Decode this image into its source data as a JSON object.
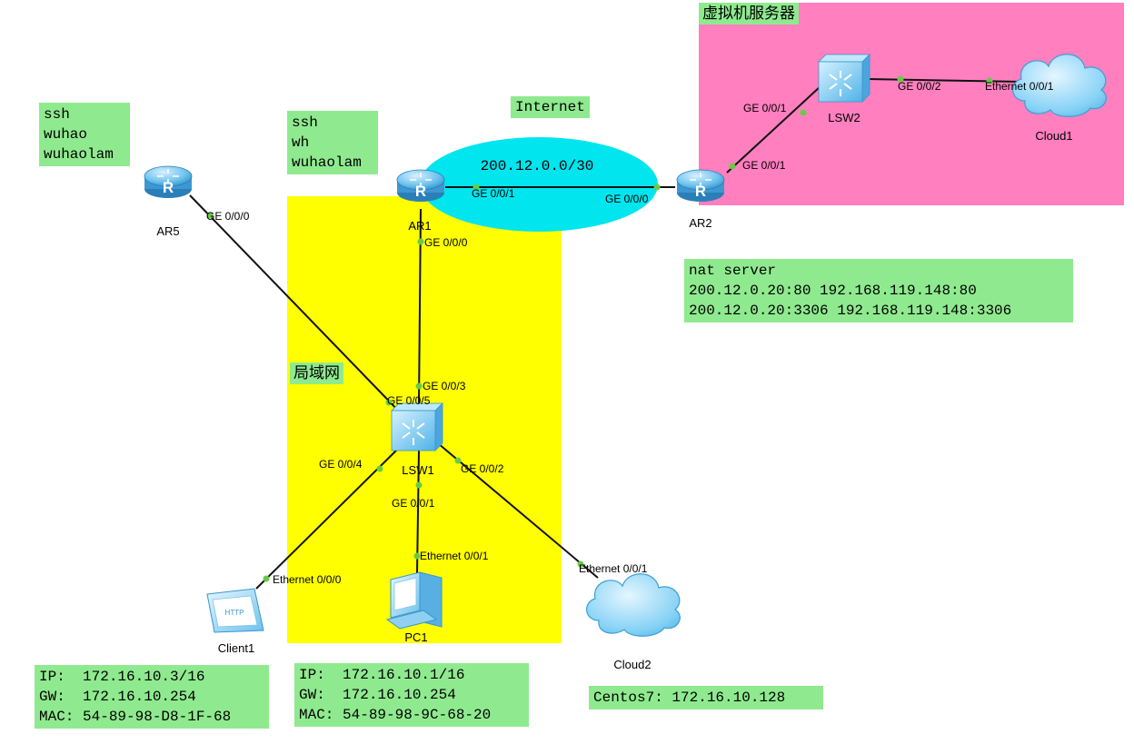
{
  "zones": {
    "vm_server": {
      "title": "虚拟机服务器",
      "color": "#ff7fbf"
    },
    "lan": {
      "title": "局域网",
      "color": "#ffff00"
    },
    "internet": {
      "title": "Internet",
      "subnet": "200.12.0.0/30",
      "color": "#00e5ee"
    }
  },
  "devices": {
    "ar5": {
      "name": "AR5"
    },
    "ar1": {
      "name": "AR1"
    },
    "ar2": {
      "name": "AR2"
    },
    "lsw1": {
      "name": "LSW1"
    },
    "lsw2": {
      "name": "LSW2"
    },
    "cloud1": {
      "name": "Cloud1"
    },
    "cloud2": {
      "name": "Cloud2"
    },
    "client1": {
      "name": "Client1"
    },
    "pc1": {
      "name": "PC1"
    }
  },
  "ports": {
    "ar5_ge000": "GE 0/0/0",
    "ar1_ge001": "GE 0/0/1",
    "ar1_ge000": "GE 0/0/0",
    "ar2_ge000": "GE 0/0/0",
    "ar2_ge001": "GE 0/0/1",
    "lsw2_ge001": "GE 0/0/1",
    "lsw2_ge002": "GE 0/0/2",
    "cloud1_eth": "Ethernet 0/0/1",
    "lsw1_ge003": "GE 0/0/3",
    "lsw1_ge005": "GE 0/0/5",
    "lsw1_ge004": "GE 0/0/4",
    "lsw1_ge002": "GE 0/0/2",
    "lsw1_ge001": "GE 0/0/1",
    "pc1_eth": "Ethernet 0/0/1",
    "client1_eth": "Ethernet 0/0/0",
    "cloud2_eth": "Ethernet 0/0/1"
  },
  "client_icon_text": "HTTP",
  "notes": {
    "ar5_ssh": [
      "ssh",
      "wuhao",
      "wuhaolam"
    ],
    "ar1_ssh": [
      "ssh",
      "wh",
      "wuhaolam"
    ],
    "nat": [
      "nat server",
      "200.12.0.20:80 192.168.119.148:80",
      "200.12.0.20:3306 192.168.119.148:3306"
    ],
    "client1": [
      "IP:  172.16.10.3/16",
      "GW:  172.16.10.254",
      "MAC: 54-89-98-D8-1F-68"
    ],
    "pc1": [
      "IP:  172.16.10.1/16",
      "GW:  172.16.10.254",
      "MAC: 54-89-98-9C-68-20"
    ],
    "cloud2": [
      "Centos7: 172.16.10.128"
    ]
  }
}
